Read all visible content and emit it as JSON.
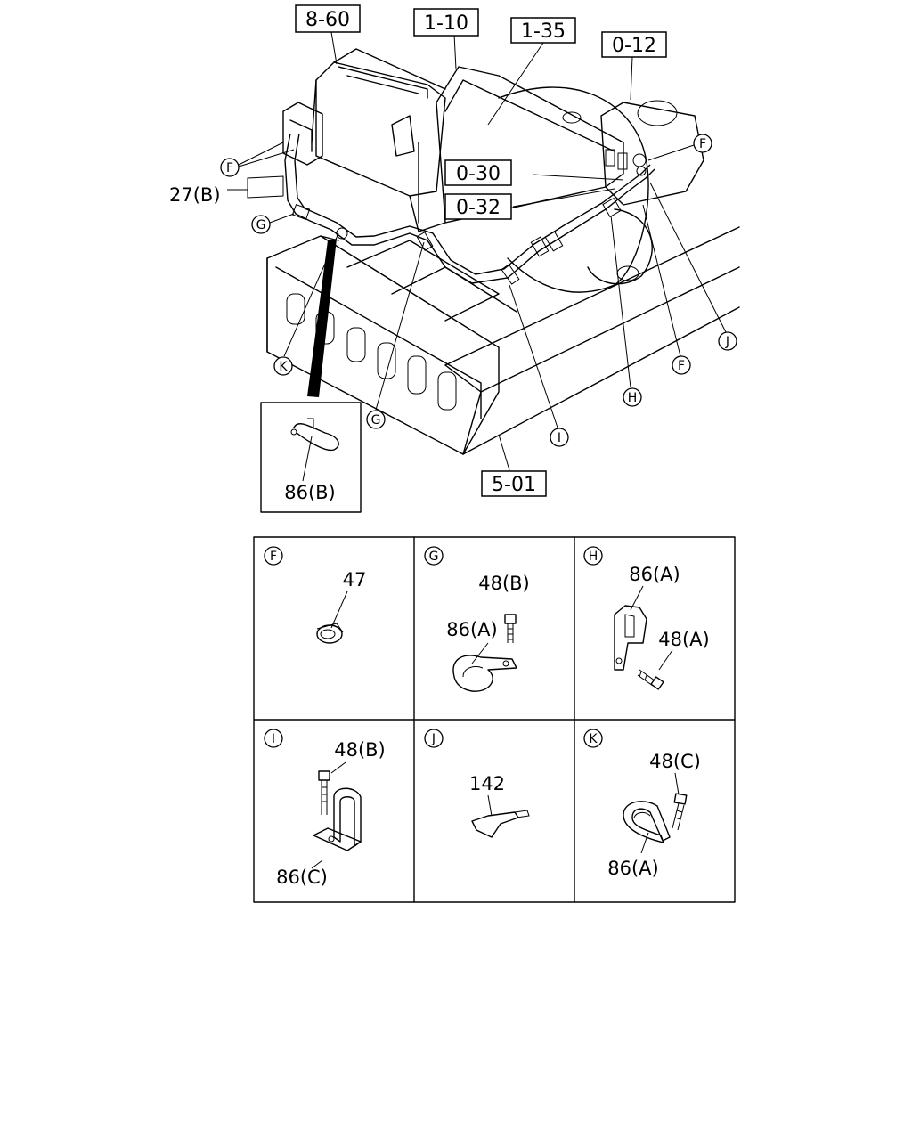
{
  "ref_boxes": [
    "8-60",
    "1-10",
    "1-35",
    "0-12",
    "0-30",
    "0-32",
    "5-01"
  ],
  "callouts": {
    "f": "F",
    "g": "G",
    "h": "H",
    "i": "I",
    "j": "J",
    "k": "K"
  },
  "part_labels": {
    "hose": "27(B)",
    "inset_clip": "86(B)"
  },
  "detail_panels": [
    {
      "letter": "F",
      "parts": [
        "47"
      ]
    },
    {
      "letter": "G",
      "parts": [
        "48(B)",
        "86(A)"
      ]
    },
    {
      "letter": "H",
      "parts": [
        "86(A)",
        "48(A)"
      ]
    },
    {
      "letter": "I",
      "parts": [
        "48(B)",
        "86(C)"
      ]
    },
    {
      "letter": "J",
      "parts": [
        "142"
      ]
    },
    {
      "letter": "K",
      "parts": [
        "48(C)",
        "86(A)"
      ]
    }
  ]
}
